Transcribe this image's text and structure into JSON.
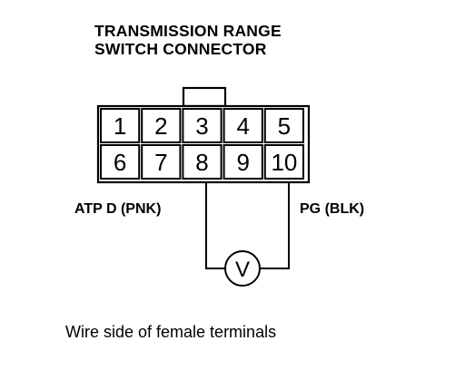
{
  "title": {
    "line1": "TRANSMISSION RANGE",
    "line2": "SWITCH CONNECTOR"
  },
  "connector": {
    "pins_top": [
      "1",
      "2",
      "3",
      "4",
      "5"
    ],
    "pins_bottom": [
      "6",
      "7",
      "8",
      "9",
      "10"
    ]
  },
  "wires": {
    "left_label": "ATP D (PNK)",
    "right_label": "PG (BLK)"
  },
  "meter": {
    "symbol": "V"
  },
  "caption": "Wire side of female terminals"
}
